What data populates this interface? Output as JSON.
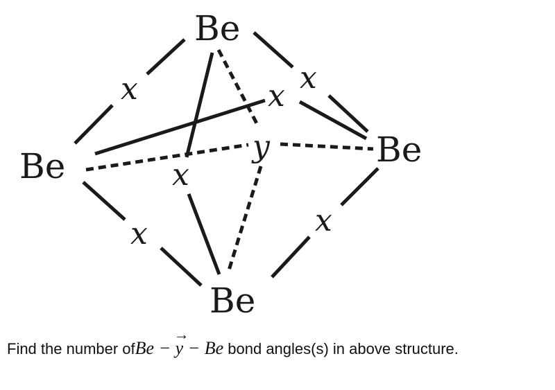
{
  "diagram": {
    "atoms": {
      "top": "Be",
      "left": "Be",
      "right": "Be",
      "bottom": "Be"
    },
    "labels": {
      "top_left": "x",
      "top_right_upper": "x",
      "cross": "x",
      "center_lower": "x",
      "bottom_left": "x",
      "bottom_right": "x",
      "center_y": "y"
    }
  },
  "question": {
    "prefix": "Find the number of",
    "math_be1": "Be",
    "math_minus1": " − ",
    "math_y": "y",
    "math_arrow": "→",
    "math_minus2": " − ",
    "math_be2": "Be",
    "suffix": " bond angles(s) in above structure."
  }
}
